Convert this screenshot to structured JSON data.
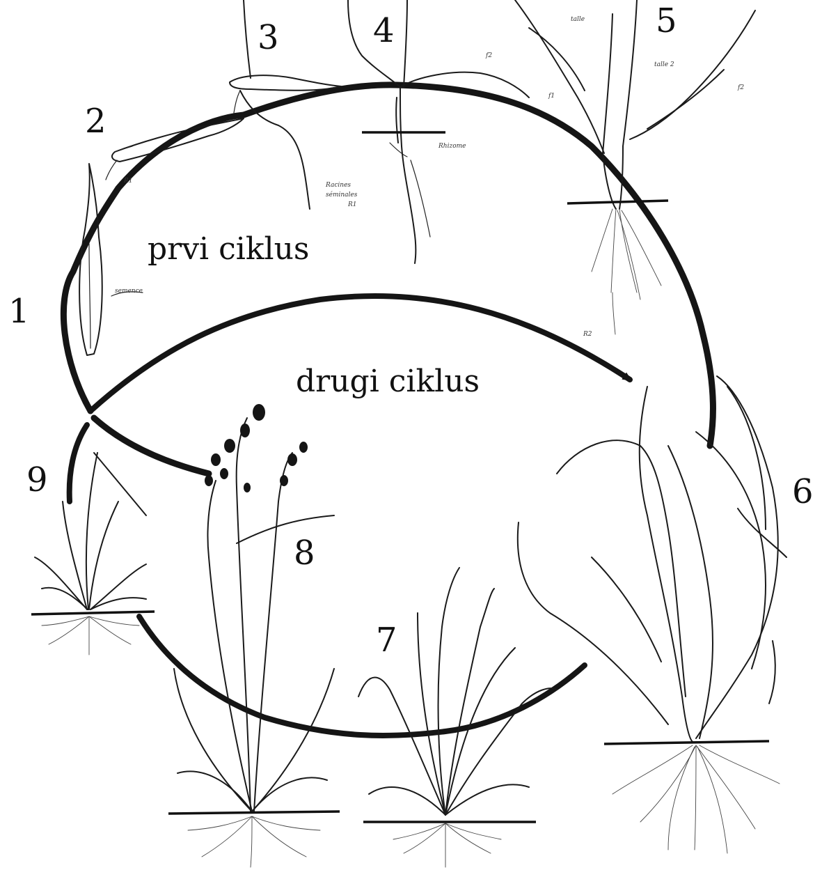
{
  "diagram": {
    "stage_labels": [
      "1",
      "2",
      "3",
      "4",
      "5",
      "6",
      "7",
      "8",
      "9"
    ],
    "cycle_labels": {
      "first": "prvi ciklus",
      "second": "drugi ciklus"
    },
    "annotations": {
      "seed": "semence",
      "rhizome": "Rhizome",
      "roots_line1": "Racines",
      "roots_line2": "séminales",
      "roots_line3": "R1",
      "r1": "R1",
      "f2": "f2",
      "f2b": "f2",
      "f1": "f1",
      "tiller1": "talle",
      "tiller2": "talle 2",
      "r2": "R2"
    },
    "colors": {
      "ink": "#151515",
      "paper": "#ffffff"
    }
  }
}
